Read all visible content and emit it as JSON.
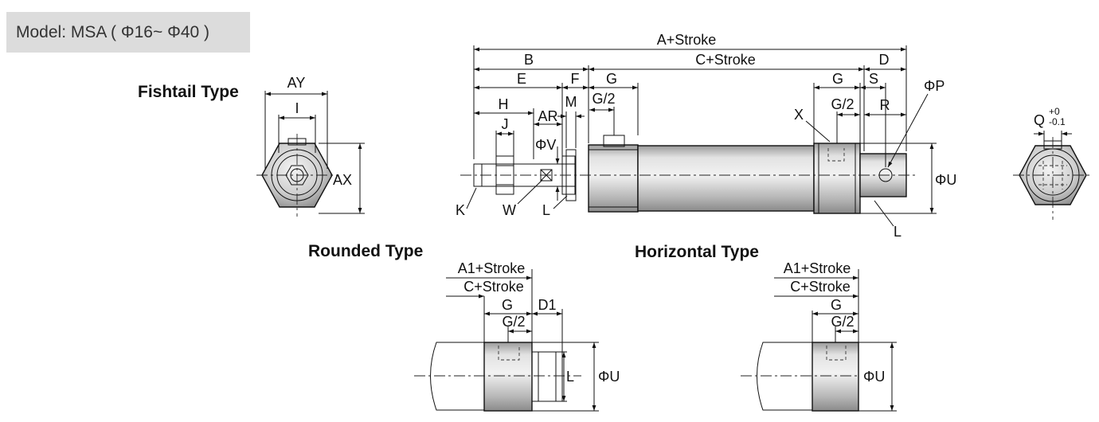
{
  "model_label": "Model: MSA ( Φ16~ Φ40 )",
  "views": {
    "fishtail": "Fishtail Type",
    "rounded": "Rounded Type",
    "horizontal": "Horizontal Type"
  },
  "dims": {
    "a_stroke": "A+Stroke",
    "b": "B",
    "c_stroke": "C+Stroke",
    "d": "D",
    "e": "E",
    "f": "F",
    "g": "G",
    "h": "H",
    "m": "M",
    "g_half": "G/2",
    "ar": "AR",
    "j": "J",
    "phi_v": "ΦV",
    "k": "K",
    "w": "W",
    "l": "L",
    "x": "X",
    "s": "S",
    "r": "R",
    "phi_p": "ΦP",
    "phi_u": "ΦU",
    "ay": "AY",
    "i": "I",
    "ax": "AX",
    "q": "Q",
    "q_tol_upper": "+0",
    "q_tol_lower": "-0.1",
    "a1_stroke": "A1+Stroke",
    "d1": "D1"
  }
}
